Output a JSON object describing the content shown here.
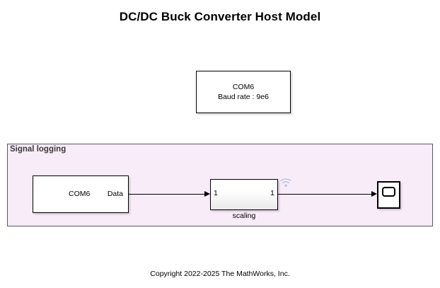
{
  "title": "DC/DC Buck Converter Host Model",
  "config_block": {
    "port_name": "COM6",
    "baud_rate": "Baud rate : 9e6"
  },
  "signal_logging": {
    "label": "Signal logging",
    "fill_color": "#f7ecf7",
    "border_color": "#5a5566"
  },
  "serial_receive": {
    "name": "COM6",
    "output_port_label": "Data"
  },
  "scaling": {
    "input_port_label": "1",
    "output_port_label": "1",
    "caption": "scaling",
    "viewer_icon": "wifi-signal-viewer-icon"
  },
  "scope": {
    "icon": "scope-icon"
  },
  "footer": {
    "copyright": "Copyright 2022-2025 The MathWorks, Inc."
  }
}
